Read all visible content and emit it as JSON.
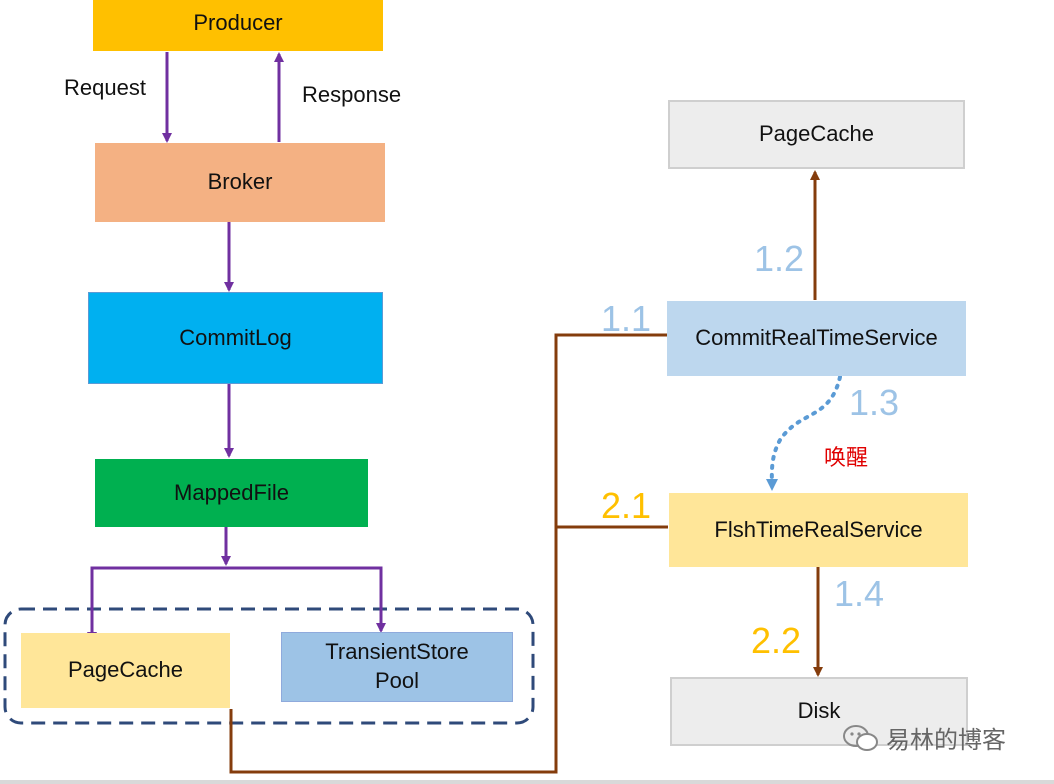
{
  "nodes": {
    "producer": "Producer",
    "broker": "Broker",
    "commitlog": "CommitLog",
    "mappedfile": "MappedFile",
    "pagecache_left": "PageCache",
    "transient_line1": "TransientStore",
    "transient_line2": "Pool",
    "pagecache_right": "PageCache",
    "commit_service": "CommitRealTimeService",
    "flush_service": "FlshTimeRealService",
    "disk": "Disk"
  },
  "edge_labels": {
    "request": "Request",
    "response": "Response",
    "wakeup": "唤醒"
  },
  "steps": {
    "s11": "1.1",
    "s12": "1.2",
    "s13": "1.3",
    "s14": "1.4",
    "s21": "2.1",
    "s22": "2.2"
  },
  "watermark": "易林的博客",
  "colors": {
    "producer": "#ffc000",
    "broker": "#f4b183",
    "commitlog": "#00b0f0",
    "mappedfile": "#00b050",
    "pagecache_left": "#ffe699",
    "transient": "#9dc3e6",
    "pagecache_right": "#ededed",
    "commit_service": "#bdd7ee",
    "flush_service": "#ffe699",
    "disk": "#ededed",
    "purple_arrow": "#7030a0",
    "brown_line": "#843c0c",
    "blue_step": "#9dc3e6",
    "orange_step": "#ffc000",
    "wakeup_text": "#e00000",
    "dashed_frame": "#2f4a7a"
  }
}
